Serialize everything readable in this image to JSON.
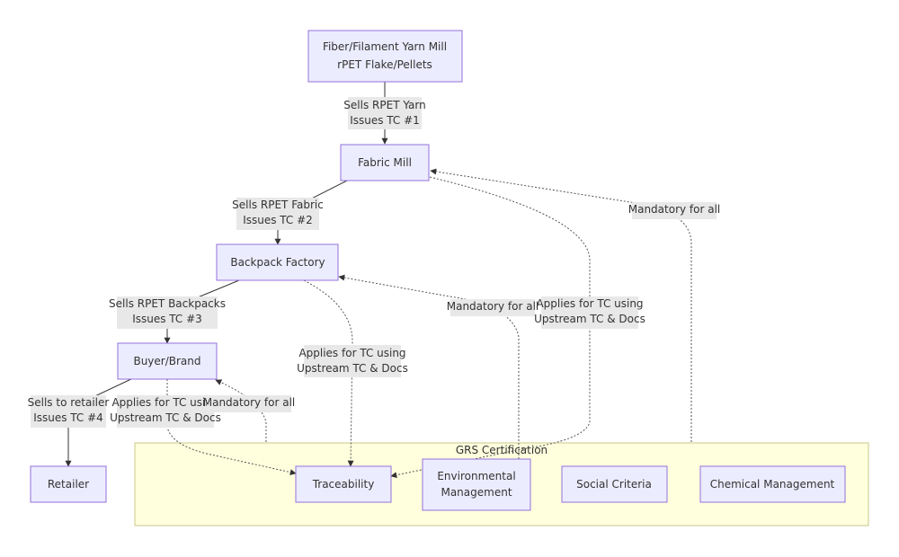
{
  "diagram": {
    "cluster": {
      "label": "GRS Certification"
    },
    "nodes": [
      {
        "id": "yarn_mill",
        "lines": [
          "Fiber/Filament Yarn Mill",
          "rPET Flake/Pellets"
        ]
      },
      {
        "id": "fabric_mill",
        "lines": [
          "Fabric Mill"
        ]
      },
      {
        "id": "backpack_factory",
        "lines": [
          "Backpack Factory"
        ]
      },
      {
        "id": "buyer_brand",
        "lines": [
          "Buyer/Brand"
        ]
      },
      {
        "id": "retailer",
        "lines": [
          "Retailer"
        ]
      },
      {
        "id": "traceability",
        "lines": [
          "Traceability"
        ]
      },
      {
        "id": "environmental",
        "lines": [
          "Environmental",
          "Management"
        ]
      },
      {
        "id": "social",
        "lines": [
          "Social Criteria"
        ]
      },
      {
        "id": "chemical",
        "lines": [
          "Chemical Management"
        ]
      }
    ],
    "edges": [
      {
        "id": "e1",
        "from": "yarn_mill",
        "to": "fabric_mill",
        "style": "solid",
        "lines": [
          "Sells RPET Yarn",
          "Issues TC #1"
        ]
      },
      {
        "id": "e2",
        "from": "fabric_mill",
        "to": "backpack_factory",
        "style": "solid",
        "lines": [
          "Sells RPET Fabric",
          "Issues TC #2"
        ]
      },
      {
        "id": "e3",
        "from": "backpack_factory",
        "to": "buyer_brand",
        "style": "solid",
        "lines": [
          "Sells RPET Backpacks",
          "Issues TC #3"
        ]
      },
      {
        "id": "e4",
        "from": "buyer_brand",
        "to": "retailer",
        "style": "solid",
        "lines": [
          "Sells to retailer",
          "Issues TC #4"
        ]
      },
      {
        "id": "e5",
        "from": "buyer_brand",
        "to": "traceability",
        "style": "dotted",
        "lines": [
          "Applies for TC using",
          "Upstream TC & Docs"
        ]
      },
      {
        "id": "e6",
        "from": "traceability",
        "to": "buyer_brand",
        "style": "dotted",
        "lines": [
          "Mandatory for all"
        ]
      },
      {
        "id": "e7",
        "from": "backpack_factory",
        "to": "traceability",
        "style": "dotted",
        "lines": [
          "Applies for TC using",
          "Upstream TC & Docs"
        ]
      },
      {
        "id": "e8",
        "from": "environmental",
        "to": "backpack_factory",
        "style": "dotted",
        "lines": [
          "Mandatory for all"
        ]
      },
      {
        "id": "e9",
        "from": "fabric_mill",
        "to": "traceability",
        "style": "dotted",
        "lines": [
          "Applies for TC using",
          "Upstream TC & Docs"
        ]
      },
      {
        "id": "e10",
        "from": "chemical",
        "to": "fabric_mill",
        "style": "dotted",
        "lines": [
          "Mandatory for all"
        ]
      }
    ]
  }
}
